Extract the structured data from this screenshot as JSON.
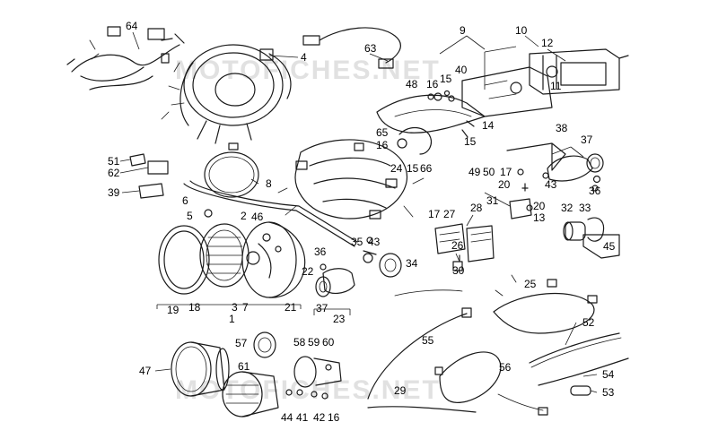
{
  "watermarks": [
    "MOTOFICHES.NET",
    "MOTOFICHES.NET"
  ],
  "labels": [
    {
      "id": "l64",
      "text": "64"
    },
    {
      "id": "l63",
      "text": "63"
    },
    {
      "id": "l4",
      "text": "4"
    },
    {
      "id": "l9",
      "text": "9"
    },
    {
      "id": "l10",
      "text": "10"
    },
    {
      "id": "l12",
      "text": "12"
    },
    {
      "id": "l11",
      "text": "11"
    },
    {
      "id": "l40",
      "text": "40"
    },
    {
      "id": "l48",
      "text": "48"
    },
    {
      "id": "l16a",
      "text": "16"
    },
    {
      "id": "l15a",
      "text": "15"
    },
    {
      "id": "l14",
      "text": "14"
    },
    {
      "id": "l15b",
      "text": "15"
    },
    {
      "id": "l65",
      "text": "65"
    },
    {
      "id": "l16b",
      "text": "16"
    },
    {
      "id": "l24",
      "text": "24"
    },
    {
      "id": "l15c",
      "text": "15"
    },
    {
      "id": "l66",
      "text": "66"
    },
    {
      "id": "l38",
      "text": "38"
    },
    {
      "id": "l37a",
      "text": "37"
    },
    {
      "id": "l49",
      "text": "49"
    },
    {
      "id": "l50",
      "text": "50"
    },
    {
      "id": "l17a",
      "text": "17"
    },
    {
      "id": "l43a",
      "text": "43"
    },
    {
      "id": "l36a",
      "text": "36"
    },
    {
      "id": "l20a",
      "text": "20"
    },
    {
      "id": "l31",
      "text": "31"
    },
    {
      "id": "l20b",
      "text": "20"
    },
    {
      "id": "l13",
      "text": "13"
    },
    {
      "id": "l32",
      "text": "32"
    },
    {
      "id": "l33",
      "text": "33"
    },
    {
      "id": "l45",
      "text": "45"
    },
    {
      "id": "l51",
      "text": "51"
    },
    {
      "id": "l62",
      "text": "62"
    },
    {
      "id": "l39",
      "text": "39"
    },
    {
      "id": "l8",
      "text": "8"
    },
    {
      "id": "l6",
      "text": "6"
    },
    {
      "id": "l5",
      "text": "5"
    },
    {
      "id": "l2",
      "text": "2"
    },
    {
      "id": "l46",
      "text": "46"
    },
    {
      "id": "l17b",
      "text": "17"
    },
    {
      "id": "l27",
      "text": "27"
    },
    {
      "id": "l28",
      "text": "28"
    },
    {
      "id": "l26",
      "text": "26"
    },
    {
      "id": "l30",
      "text": "30"
    },
    {
      "id": "l35",
      "text": "35"
    },
    {
      "id": "l43b",
      "text": "43"
    },
    {
      "id": "l34",
      "text": "34"
    },
    {
      "id": "l36b",
      "text": "36"
    },
    {
      "id": "l22",
      "text": "22"
    },
    {
      "id": "l3",
      "text": "3"
    },
    {
      "id": "l7",
      "text": "7"
    },
    {
      "id": "l21",
      "text": "21"
    },
    {
      "id": "l19",
      "text": "19"
    },
    {
      "id": "l18",
      "text": "18"
    },
    {
      "id": "l1",
      "text": "1"
    },
    {
      "id": "l37b",
      "text": "37"
    },
    {
      "id": "l23",
      "text": "23"
    },
    {
      "id": "l25",
      "text": "25"
    },
    {
      "id": "l52",
      "text": "52"
    },
    {
      "id": "l55",
      "text": "55"
    },
    {
      "id": "l54",
      "text": "54"
    },
    {
      "id": "l53",
      "text": "53"
    },
    {
      "id": "l56",
      "text": "56"
    },
    {
      "id": "l29",
      "text": "29"
    },
    {
      "id": "l57",
      "text": "57"
    },
    {
      "id": "l58",
      "text": "58"
    },
    {
      "id": "l59",
      "text": "59"
    },
    {
      "id": "l60",
      "text": "60"
    },
    {
      "id": "l47",
      "text": "47"
    },
    {
      "id": "l61",
      "text": "61"
    },
    {
      "id": "l44",
      "text": "44"
    },
    {
      "id": "l41",
      "text": "41"
    },
    {
      "id": "l42",
      "text": "42"
    },
    {
      "id": "l16c",
      "text": "16"
    }
  ]
}
